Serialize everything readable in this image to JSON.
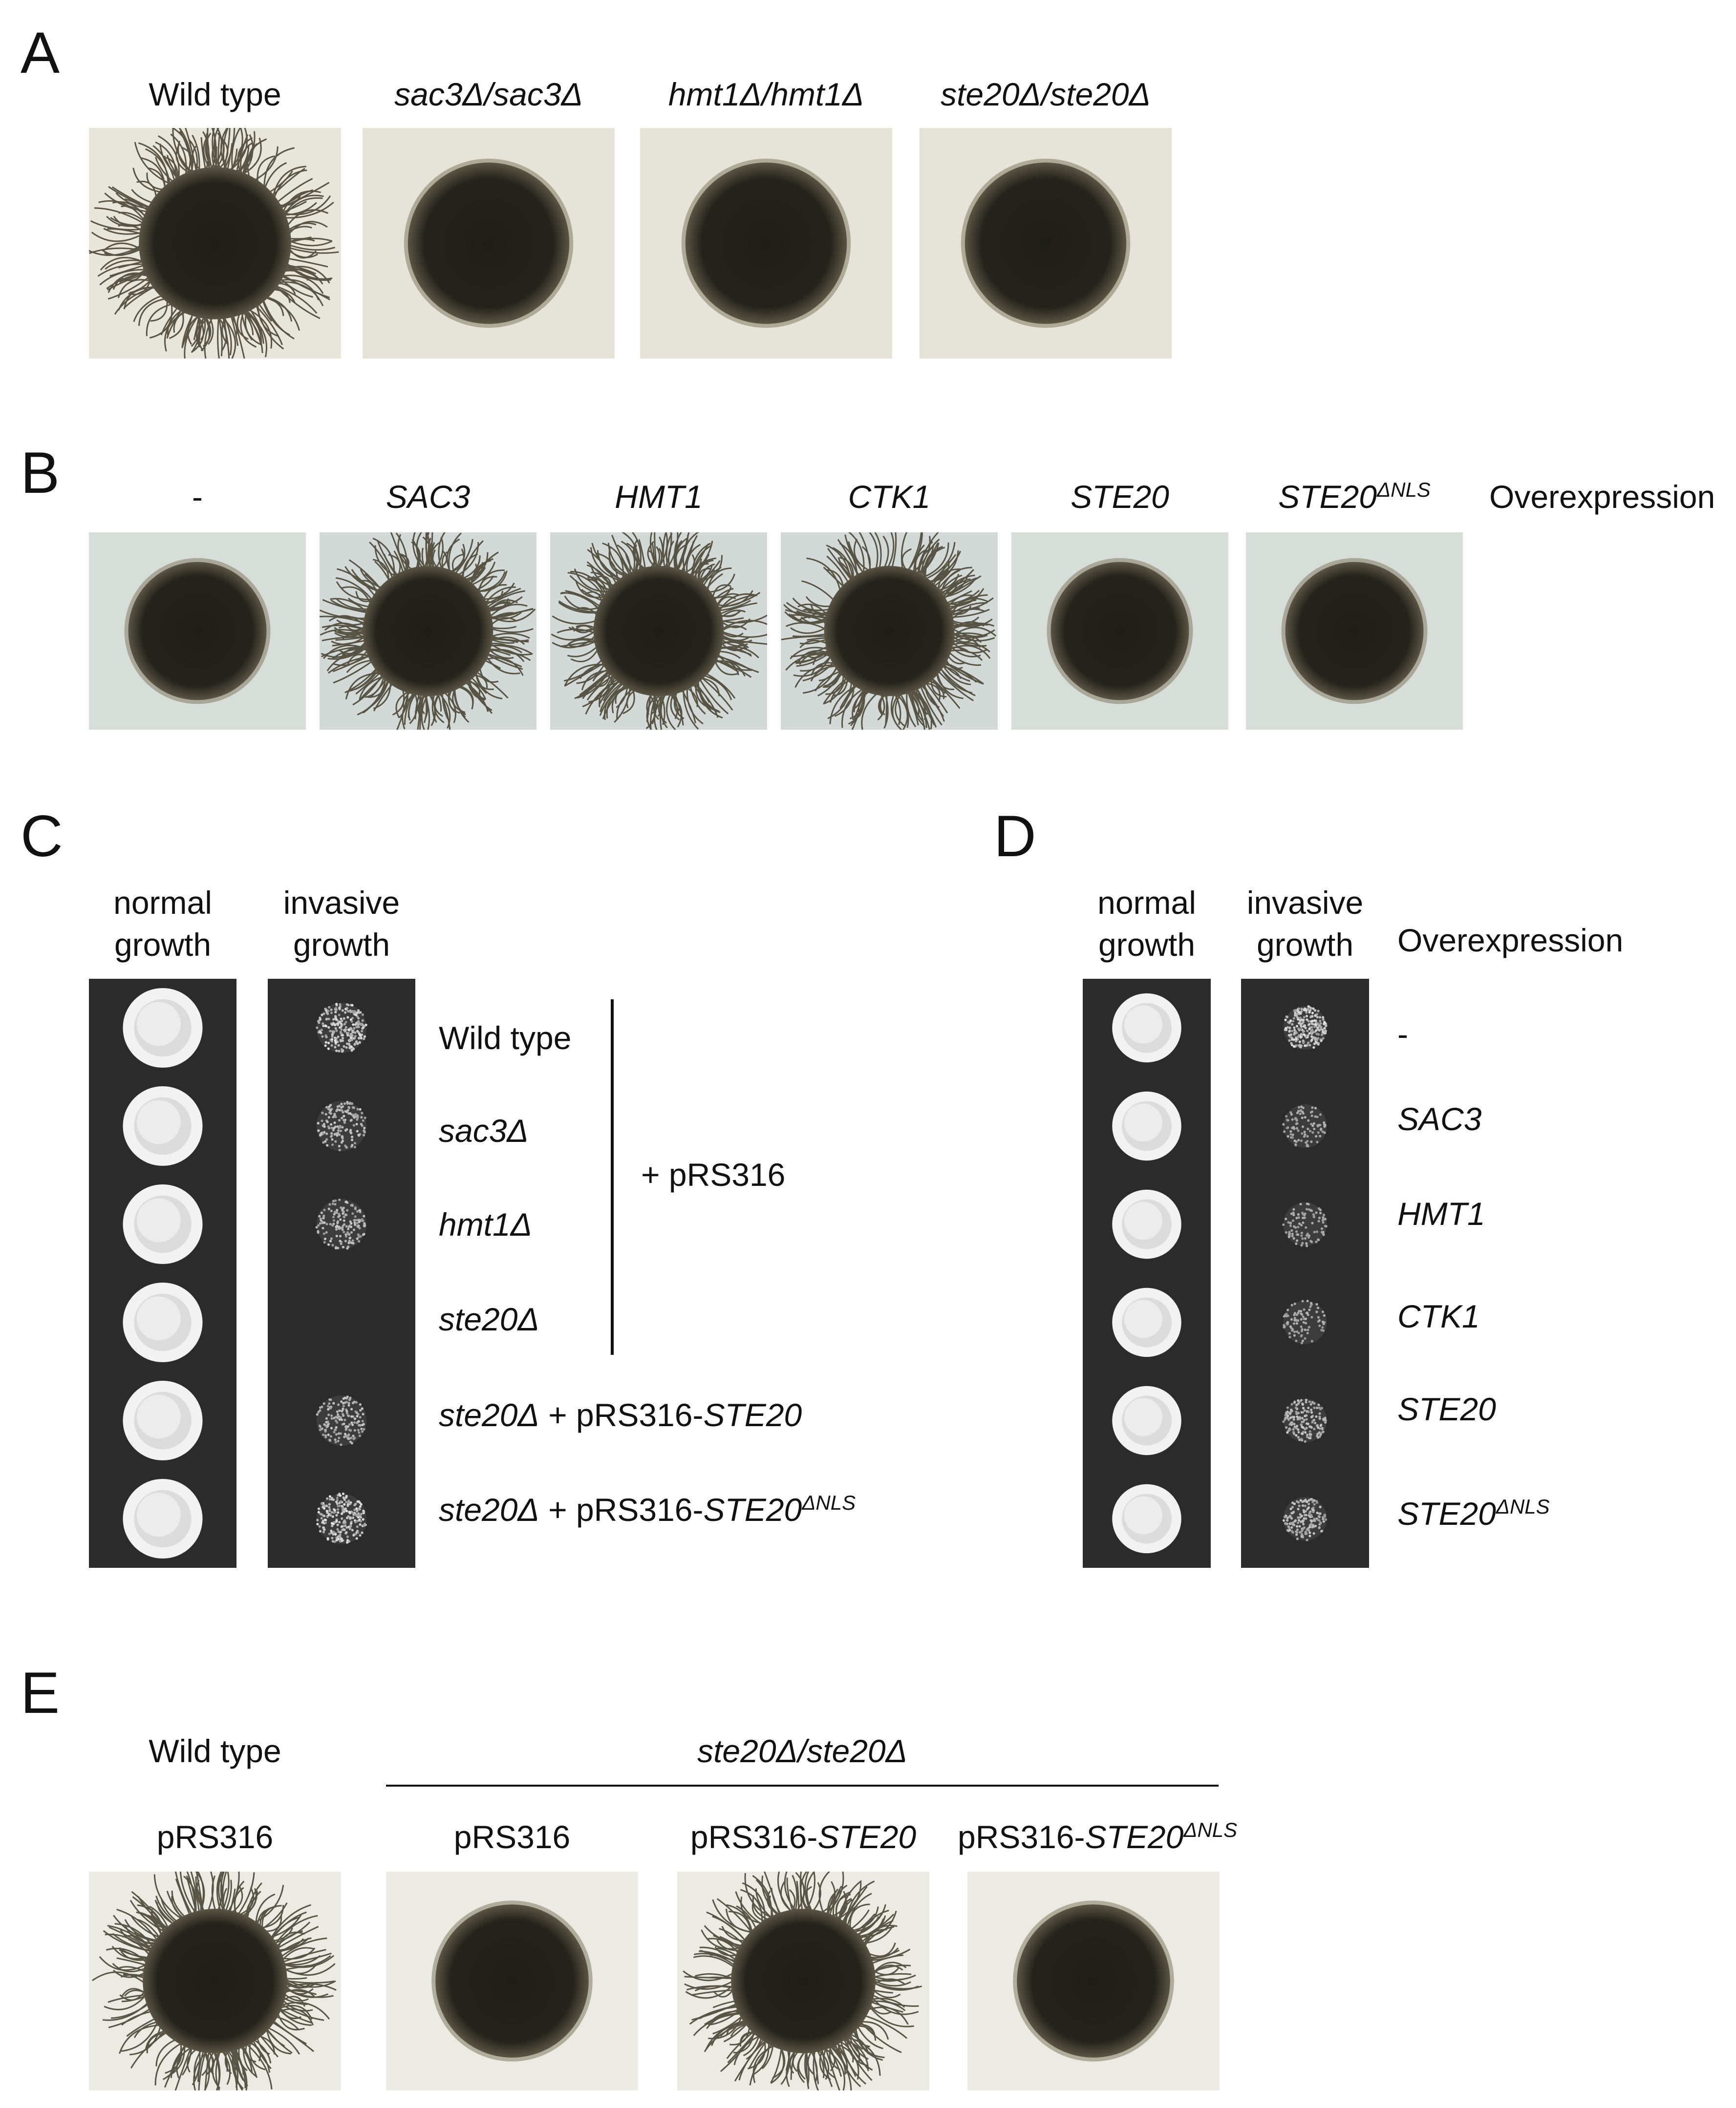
{
  "panelA": {
    "letter": "A",
    "photos": [
      {
        "label": "Wild type",
        "italic": false,
        "morphology": "filamentous",
        "bg": "#e8e6da"
      },
      {
        "label": "sac3Δ/sac3Δ",
        "italic": true,
        "morphology": "smooth",
        "bg": "#e6e4d8"
      },
      {
        "label": "hmt1Δ/hmt1Δ",
        "italic": true,
        "morphology": "smooth",
        "bg": "#e6e4d8"
      },
      {
        "label": "ste20Δ/ste20Δ",
        "italic": true,
        "morphology": "smooth",
        "bg": "#e6e4d8"
      }
    ]
  },
  "panelB": {
    "letter": "B",
    "side_label": "Overexpression",
    "photos": [
      {
        "label": "-",
        "italic": false,
        "sup": "",
        "morphology": "smooth",
        "bg": "#d7ddd8"
      },
      {
        "label": "SAC3",
        "italic": true,
        "sup": "",
        "morphology": "filamentous",
        "bg": "#d3d9d6"
      },
      {
        "label": "HMT1",
        "italic": true,
        "sup": "",
        "morphology": "filamentous",
        "bg": "#d3d9d6"
      },
      {
        "label": "CTK1",
        "italic": true,
        "sup": "",
        "morphology": "filamentous",
        "bg": "#d3d9d6"
      },
      {
        "label": "STE20",
        "italic": true,
        "sup": "",
        "morphology": "smooth",
        "bg": "#d7ddd8"
      },
      {
        "label": "STE20",
        "italic": true,
        "sup": "ΔNLS",
        "morphology": "smooth",
        "bg": "#d7ddd8"
      }
    ]
  },
  "panelC": {
    "letter": "C",
    "col1": {
      "line1": "normal",
      "line2": "growth"
    },
    "col2": {
      "line1": "invasive",
      "line2": "growth"
    },
    "bracket_label": "+ pRS316",
    "rows": [
      {
        "strain": "Wild type",
        "strain_italic": false,
        "suffix": "",
        "suffix_sup": "",
        "invasive": "strong"
      },
      {
        "strain": "sac3Δ",
        "strain_italic": true,
        "suffix": "",
        "suffix_sup": "",
        "invasive": "medium"
      },
      {
        "strain": "hmt1Δ",
        "strain_italic": true,
        "suffix": "",
        "suffix_sup": "",
        "invasive": "medium"
      },
      {
        "strain": "ste20Δ",
        "strain_italic": true,
        "suffix": "",
        "suffix_sup": "",
        "invasive": "none"
      },
      {
        "strain": "ste20Δ",
        "strain_italic": true,
        "suffix_plain": " + pRS316-",
        "suffix": "STE20",
        "suffix_sup": "",
        "invasive": "medium"
      },
      {
        "strain": "ste20Δ",
        "strain_italic": true,
        "suffix_plain": " + pRS316-",
        "suffix": "STE20",
        "suffix_sup": "ΔNLS",
        "invasive": "strong"
      }
    ]
  },
  "panelD": {
    "letter": "D",
    "col1": {
      "line1": "normal",
      "line2": "growth"
    },
    "col2": {
      "line1": "invasive",
      "line2": "growth"
    },
    "side_label": "Overexpression",
    "rows": [
      {
        "label": "-",
        "italic": false,
        "sup": "",
        "invasive": "strong"
      },
      {
        "label": "SAC3",
        "italic": true,
        "sup": "",
        "invasive": "weak"
      },
      {
        "label": "HMT1",
        "italic": true,
        "sup": "",
        "invasive": "weak"
      },
      {
        "label": "CTK1",
        "italic": true,
        "sup": "",
        "invasive": "weak"
      },
      {
        "label": "STE20",
        "italic": true,
        "sup": "",
        "invasive": "medium"
      },
      {
        "label": "STE20",
        "italic": true,
        "sup": "ΔNLS",
        "invasive": "medium"
      }
    ]
  },
  "panelE": {
    "letter": "E",
    "group_left": "Wild type",
    "group_right": "ste20Δ/ste20Δ",
    "photos": [
      {
        "plain": "pRS316",
        "ital": "",
        "sup": "",
        "morphology": "filamentous",
        "bg": "#ecebe3"
      },
      {
        "plain": "pRS316",
        "ital": "",
        "sup": "",
        "morphology": "smooth",
        "bg": "#ecebe3"
      },
      {
        "plain": "pRS316-",
        "ital": "STE20",
        "sup": "",
        "morphology": "filamentous",
        "bg": "#ecebe3"
      },
      {
        "plain": "pRS316-",
        "ital": "STE20",
        "sup": "ΔNLS",
        "morphology": "smooth",
        "bg": "#ecebe3"
      }
    ]
  }
}
